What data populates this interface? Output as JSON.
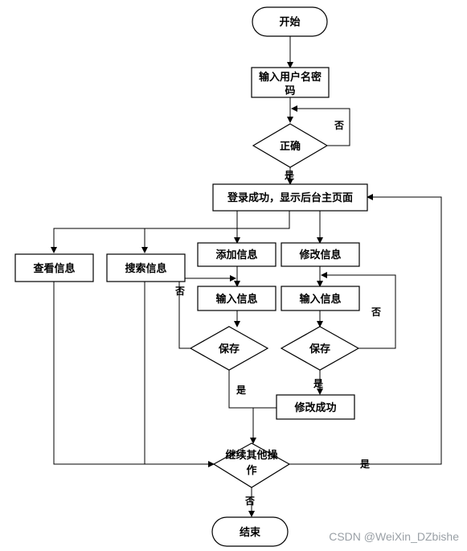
{
  "flowchart": {
    "start": "开始",
    "input_credentials": [
      "输入用户名密",
      "码"
    ],
    "decision_correct": "正确",
    "label_no_1": "否",
    "label_yes_1": "是",
    "login_success": "登录成功，显示后台主页面",
    "view_info": "查看信息",
    "search_info": "搜索信息",
    "add_info": "添加信息",
    "modify_info": "修改信息",
    "input_info_add": "输入信息",
    "input_info_modify": "输入信息",
    "save_add": "保存",
    "save_modify": "保存",
    "label_no_add": "否",
    "label_no_modify": "否",
    "label_yes_add": "是",
    "label_yes_modify": "是",
    "modify_success": "修改成功",
    "continue_other": [
      "继续其他操",
      "作"
    ],
    "label_yes_continue": "是",
    "label_no_continue": "否",
    "end": "结束"
  },
  "watermark": "CSDN @WeiXin_DZbishe"
}
